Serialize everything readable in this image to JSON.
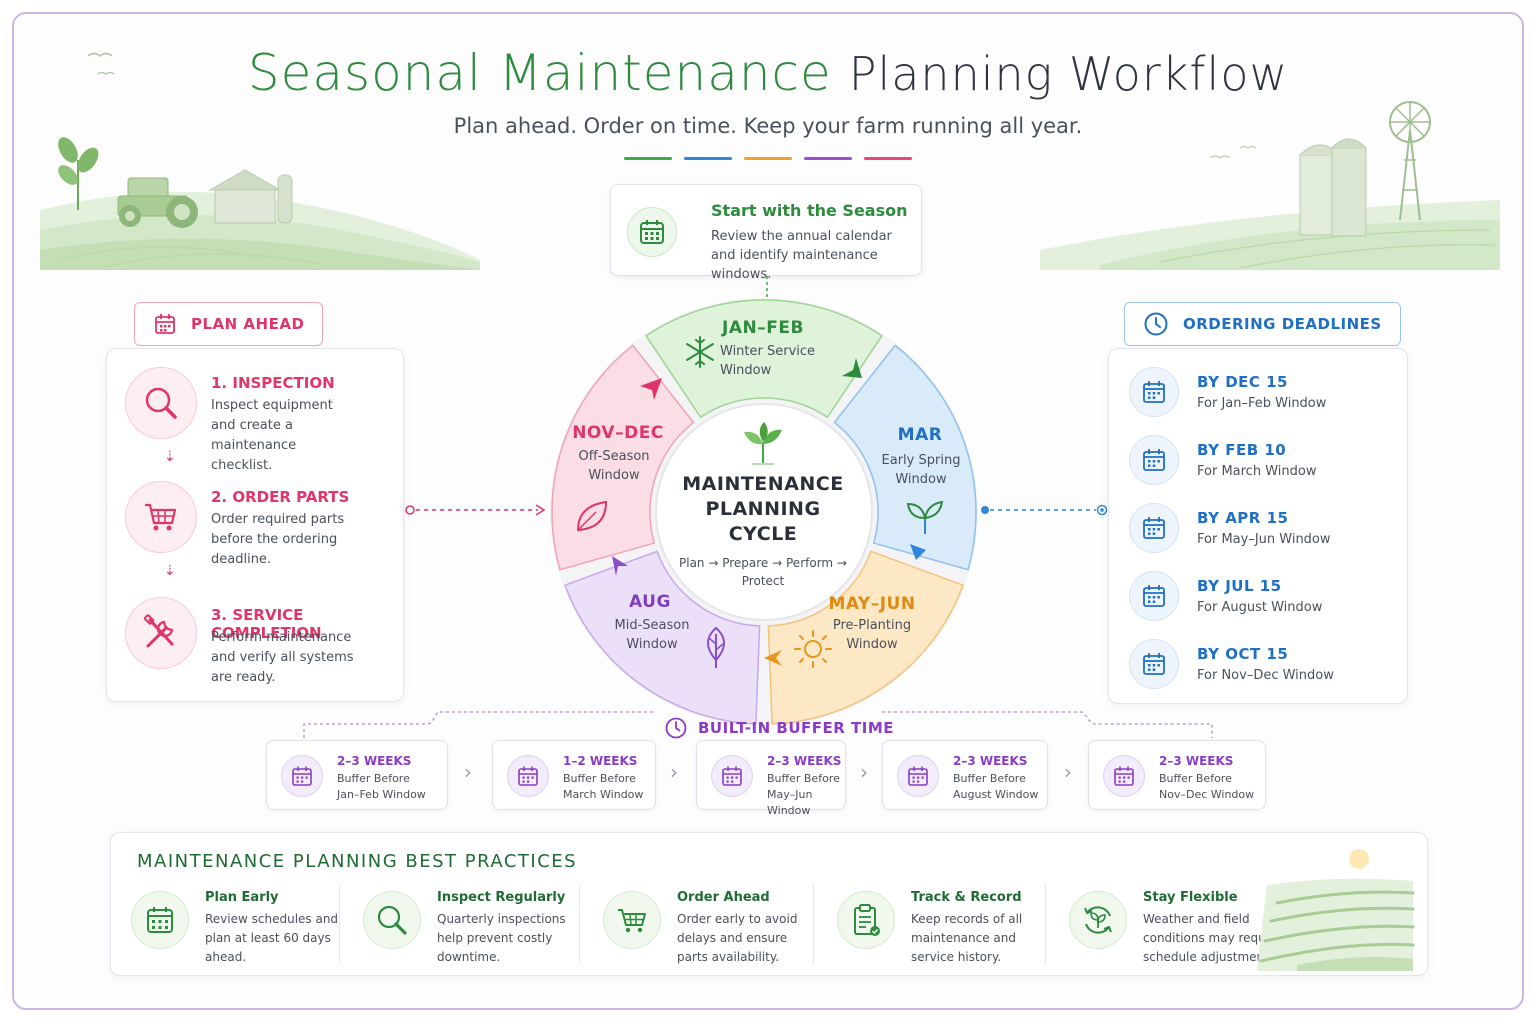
{
  "header": {
    "title_part1": "Seasonal Maintenance",
    "title_part2": "Planning Workflow",
    "subtitle": "Plan ahead. Order on time. Keep your farm running all year.",
    "accent_colors": [
      "#3aaa4a",
      "#2f86d8",
      "#f0a030",
      "#9a4fd0",
      "#e8457a"
    ]
  },
  "start": {
    "title": "Start with the Season",
    "description": "Review the annual calendar and identify maintenance windows.",
    "icon": "calendar-icon"
  },
  "plan_ahead": {
    "label": "PLAN AHEAD",
    "steps": [
      {
        "title": "1. INSPECTION",
        "description": "Inspect equipment and create a maintenance checklist.",
        "icon": "magnifier-icon"
      },
      {
        "title": "2. ORDER PARTS",
        "description": "Order required parts before the ordering deadline.",
        "icon": "cart-icon"
      },
      {
        "title": "3. SERVICE COMPLETION",
        "description": "Perform maintenance and verify all systems are ready.",
        "icon": "tools-icon"
      }
    ]
  },
  "cycle": {
    "center_title": "MAINTENANCE PLANNING CYCLE",
    "center_sub": "Plan → Prepare → Perform → Protect",
    "segments": [
      {
        "title": "JAN–FEB",
        "subtitle": "Winter Service Window",
        "color": "#56b85c",
        "icon": "snowflake-icon"
      },
      {
        "title": "MAR",
        "subtitle": "Early Spring Window",
        "color": "#2f86d8",
        "icon": "sprout-icon"
      },
      {
        "title": "MAY–JUN",
        "subtitle": "Pre-Planting Window",
        "color": "#e8951e",
        "icon": "sun-icon"
      },
      {
        "title": "AUG",
        "subtitle": "Mid-Season Window",
        "color": "#8a4fc8",
        "icon": "leaf-icon"
      },
      {
        "title": "NOV–DEC",
        "subtitle": "Off-Season Window",
        "color": "#e0356a",
        "icon": "fallen-leaf-icon"
      }
    ]
  },
  "deadlines": {
    "label": "ORDERING DEADLINES",
    "items": [
      {
        "title": "BY DEC 15",
        "subtitle": "For Jan–Feb Window"
      },
      {
        "title": "BY FEB 10",
        "subtitle": "For March Window"
      },
      {
        "title": "BY APR 15",
        "subtitle": "For May–Jun Window"
      },
      {
        "title": "BY JUL 15",
        "subtitle": "For August Window"
      },
      {
        "title": "BY OCT 15",
        "subtitle": "For Nov–Dec Window"
      }
    ]
  },
  "buffer": {
    "label": "BUILT-IN BUFFER TIME",
    "items": [
      {
        "weeks": "2–3 WEEKS",
        "line1": "Buffer Before",
        "line2": "Jan–Feb Window"
      },
      {
        "weeks": "1–2 WEEKS",
        "line1": "Buffer Before",
        "line2": "March Window"
      },
      {
        "weeks": "2–3 WEEKS",
        "line1": "Buffer Before",
        "line2": "May–Jun Window"
      },
      {
        "weeks": "2–3 WEEKS",
        "line1": "Buffer Before",
        "line2": "August Window"
      },
      {
        "weeks": "2–3 WEEKS",
        "line1": "Buffer Before",
        "line2": "Nov–Dec Window"
      }
    ]
  },
  "best_practices": {
    "heading": "MAINTENANCE PLANNING BEST PRACTICES",
    "items": [
      {
        "title": "Plan Early",
        "description": "Review schedules and plan at least 60 days ahead.",
        "icon": "calendar-icon"
      },
      {
        "title": "Inspect Regularly",
        "description": "Quarterly inspections help prevent costly downtime.",
        "icon": "magnifier-icon"
      },
      {
        "title": "Order Ahead",
        "description": "Order early to avoid delays and ensure parts availability.",
        "icon": "cart-icon"
      },
      {
        "title": "Track & Record",
        "description": "Keep records of all maintenance and service history.",
        "icon": "clipboard-icon"
      },
      {
        "title": "Stay Flexible",
        "description": "Weather and field conditions may require schedule adjustments.",
        "icon": "cycle-leaf-icon"
      }
    ]
  }
}
